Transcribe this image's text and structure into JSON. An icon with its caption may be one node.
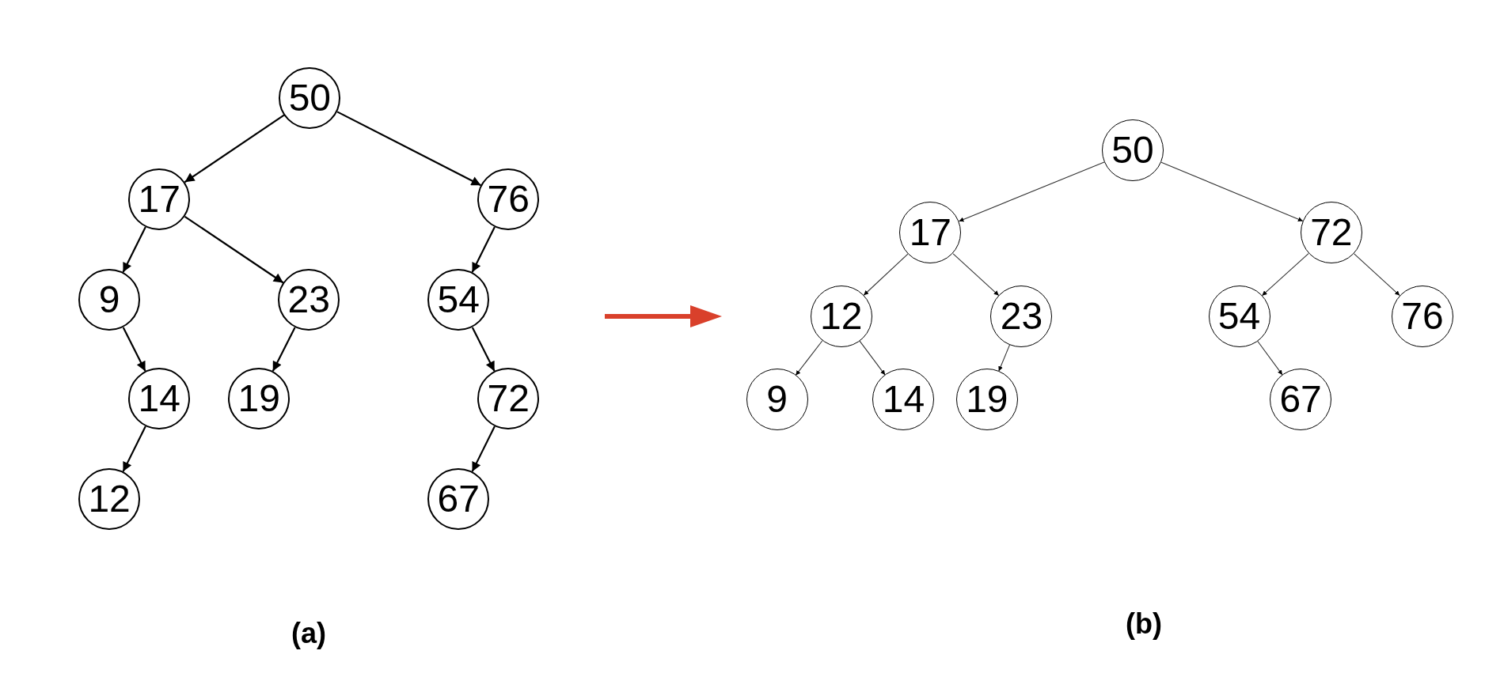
{
  "diagram": {
    "nodes": [
      {
        "text": [
          "50"
        ]
      },
      {
        "text": [
          "17"
        ]
      },
      {
        "text": [
          "76"
        ]
      },
      {
        "text": [
          "9"
        ]
      },
      {
        "text": [
          "23"
        ]
      },
      {
        "text": [
          "54"
        ]
      },
      {
        "text": [
          "14"
        ]
      },
      {
        "text": [
          "19"
        ]
      },
      {
        "text": [
          "72"
        ]
      },
      {
        "text": [
          "12"
        ]
      },
      {
        "text": [
          "67"
        ]
      },
      {
        "text": [
          "50"
        ]
      },
      {
        "text": [
          "17"
        ]
      },
      {
        "text": [
          "72"
        ]
      },
      {
        "text": [
          "12"
        ]
      },
      {
        "text": [
          "23"
        ]
      },
      {
        "text": [
          "54"
        ]
      },
      {
        "text": [
          "76"
        ]
      },
      {
        "text": [
          "9"
        ]
      },
      {
        "text": [
          "14"
        ]
      },
      {
        "text": [
          "19"
        ]
      },
      {
        "text": [
          "67"
        ]
      }
    ],
    "edges": [
      {
        "from": 0,
        "to": 1,
        "arrow": "to"
      },
      {
        "from": 0,
        "to": 2,
        "arrow": "to"
      },
      {
        "from": 1,
        "to": 3,
        "arrow": "to"
      },
      {
        "from": 1,
        "to": 4,
        "arrow": "to"
      },
      {
        "from": 2,
        "to": 5,
        "arrow": "to"
      },
      {
        "from": 3,
        "to": 6,
        "arrow": "to"
      },
      {
        "from": 4,
        "to": 7,
        "arrow": "to"
      },
      {
        "from": 5,
        "to": 8,
        "arrow": "to"
      },
      {
        "from": 6,
        "to": 9,
        "arrow": "to"
      },
      {
        "from": 8,
        "to": 10,
        "arrow": "to"
      },
      {
        "from": 11,
        "to": 12,
        "arrow": "to"
      },
      {
        "from": 11,
        "to": 13,
        "arrow": "to"
      },
      {
        "from": 12,
        "to": 14,
        "arrow": "to"
      },
      {
        "from": 12,
        "to": 15,
        "arrow": "to"
      },
      {
        "from": 13,
        "to": 16,
        "arrow": "to"
      },
      {
        "from": 13,
        "to": 17,
        "arrow": "to"
      },
      {
        "from": 14,
        "to": 18,
        "arrow": "to"
      },
      {
        "from": 14,
        "to": 19,
        "arrow": "to"
      },
      {
        "from": 15,
        "to": 20,
        "arrow": "to"
      },
      {
        "from": 16,
        "to": 21,
        "arrow": "to"
      }
    ],
    "labels": [
      "(a)",
      "(b)"
    ]
  }
}
